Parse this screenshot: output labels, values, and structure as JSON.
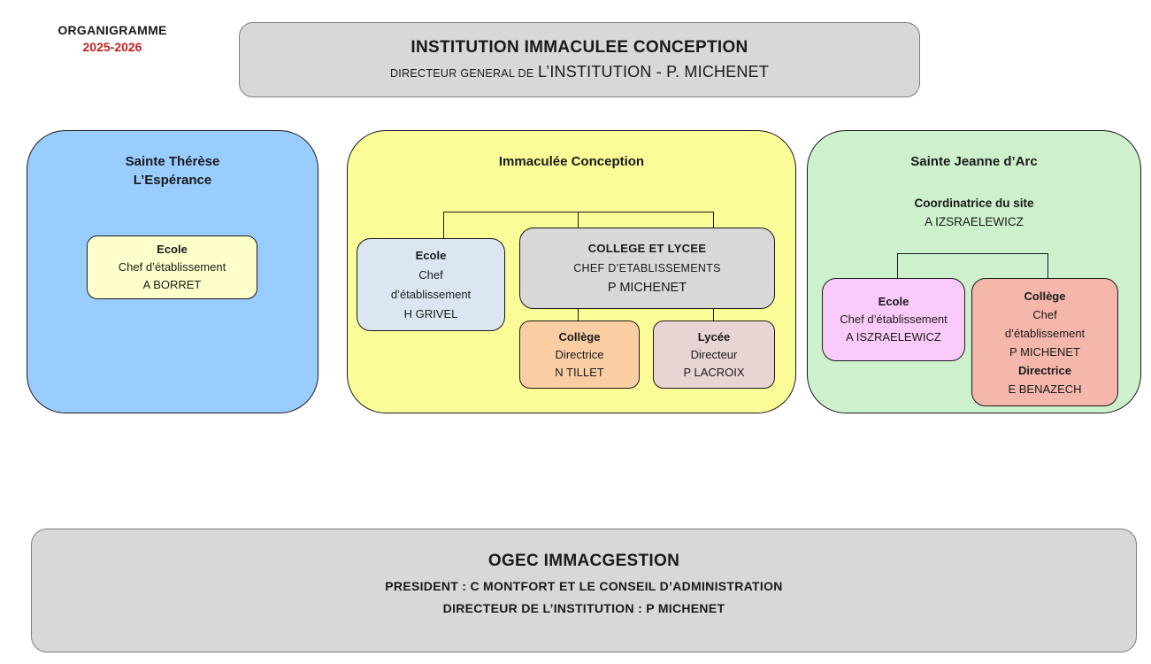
{
  "colors": {
    "year_red": "#C52020",
    "box_gray_fill": "#D8D8D8",
    "box_gray_border": "#7F7F7F",
    "campus_blue": "#99CCFF",
    "campus_yellow": "#FBFB98",
    "campus_green": "#CDF0CD",
    "unit_cream": "#FFFFCC",
    "unit_light_blue": "#DCE6F2",
    "unit_gray": "#D8D8D8",
    "unit_orange": "#FACDA3",
    "unit_dusty_pink": "#E8D4D2",
    "unit_magenta": "#FACAFA",
    "unit_salmon": "#F5B6AC"
  },
  "corner_label": {
    "title": "ORGANIGRAMME",
    "year": "2025-2026"
  },
  "institution": {
    "title": "INSTITUTION IMMACULEE CONCEPTION",
    "subtitle_small": "DIRECTEUR GENERAL DE",
    "subtitle_large": "L’INSTITUTION - P. MICHENET"
  },
  "campus_sainte_therese": {
    "title_line1": "Sainte Thérèse",
    "title_line2": "L’Espérance",
    "ecole": {
      "title": "Ecole",
      "role": "Chef d’établissement",
      "name": "A BORRET"
    }
  },
  "campus_immaculee": {
    "title": "Immaculée Conception",
    "ecole": {
      "title": "Ecole",
      "role_line1": "Chef",
      "role_line2": "d’établissement",
      "name": "H GRIVEL"
    },
    "college_lycee": {
      "title": "COLLEGE ET LYCEE",
      "role": "CHEF D’ETABLISSEMENTS",
      "name": "P MICHENET"
    },
    "college": {
      "title": "Collège",
      "role": "Directrice",
      "name": "N TILLET"
    },
    "lycee": {
      "title": "Lycée",
      "role": "Directeur",
      "name": "P LACROIX"
    }
  },
  "campus_jeanne_darc": {
    "title": "Sainte Jeanne d’Arc",
    "coordinator_role": "Coordinatrice du site",
    "coordinator_name": "A IZSRAELEWICZ",
    "ecole": {
      "title": "Ecole",
      "role": "Chef d’établissement",
      "name": "A ISZRAELEWICZ"
    },
    "college": {
      "title": "Collège",
      "role_line1": "Chef",
      "role_line2": "d’établissement",
      "name": "P MICHENET",
      "role2": "Directrice",
      "name2": "E BENAZECH"
    }
  },
  "ogec": {
    "title": "OGEC IMMACGESTION",
    "line1": "PRESIDENT : C MONTFORT ET LE CONSEIL D’ADMINISTRATION",
    "line2": "DIRECTEUR DE L’INSTITUTION : P MICHENET"
  }
}
